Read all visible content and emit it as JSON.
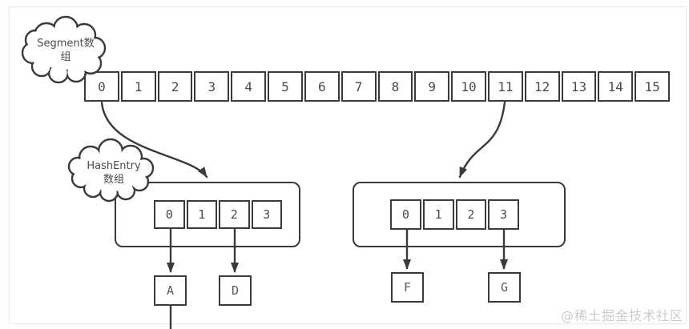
{
  "clouds": {
    "segment": {
      "line1": "Segment数",
      "line2": "组"
    },
    "hashentry": {
      "line1": "HashEntry",
      "line2": "数组"
    }
  },
  "segment_array": {
    "cells": [
      "0",
      "1",
      "2",
      "3",
      "4",
      "5",
      "6",
      "7",
      "8",
      "9",
      "10",
      "11",
      "12",
      "13",
      "14",
      "15"
    ]
  },
  "buckets": {
    "left": {
      "cells": [
        "0",
        "1",
        "2",
        "3"
      ]
    },
    "right": {
      "cells": [
        "0",
        "1",
        "2",
        "3"
      ]
    }
  },
  "nodes": {
    "a": "A",
    "d": "D",
    "f": "F",
    "g": "G"
  },
  "watermark": "@稀土掘金技术社区",
  "colors": {
    "line": "#3a3a3a",
    "text": "#4a4a4a",
    "watermark": "#c9cbcd",
    "frame": "#e7e9ea",
    "background": "#ffffff"
  }
}
